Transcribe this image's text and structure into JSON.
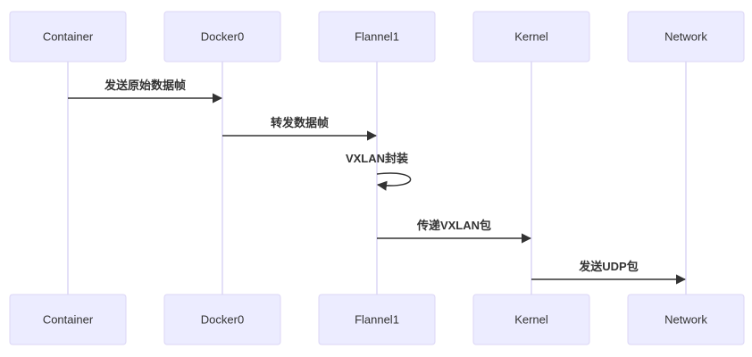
{
  "diagram": {
    "type": "sequence",
    "participants": [
      {
        "id": "container",
        "label": "Container"
      },
      {
        "id": "docker0",
        "label": "Docker0"
      },
      {
        "id": "flannel1",
        "label": "Flannel1"
      },
      {
        "id": "kernel",
        "label": "Kernel"
      },
      {
        "id": "network",
        "label": "Network"
      }
    ],
    "messages": [
      {
        "from": 0,
        "to": 1,
        "label": "发送原始数据帧"
      },
      {
        "from": 1,
        "to": 2,
        "label": "转发数据帧"
      },
      {
        "from": 2,
        "to": 2,
        "label": "VXLAN封装"
      },
      {
        "from": 2,
        "to": 3,
        "label": "传递VXLAN包"
      },
      {
        "from": 3,
        "to": 4,
        "label": "发送UDP包"
      }
    ],
    "colors": {
      "actor_fill": "#ECECFF",
      "actor_stroke": "#DCD6F5",
      "line": "#333333"
    }
  }
}
